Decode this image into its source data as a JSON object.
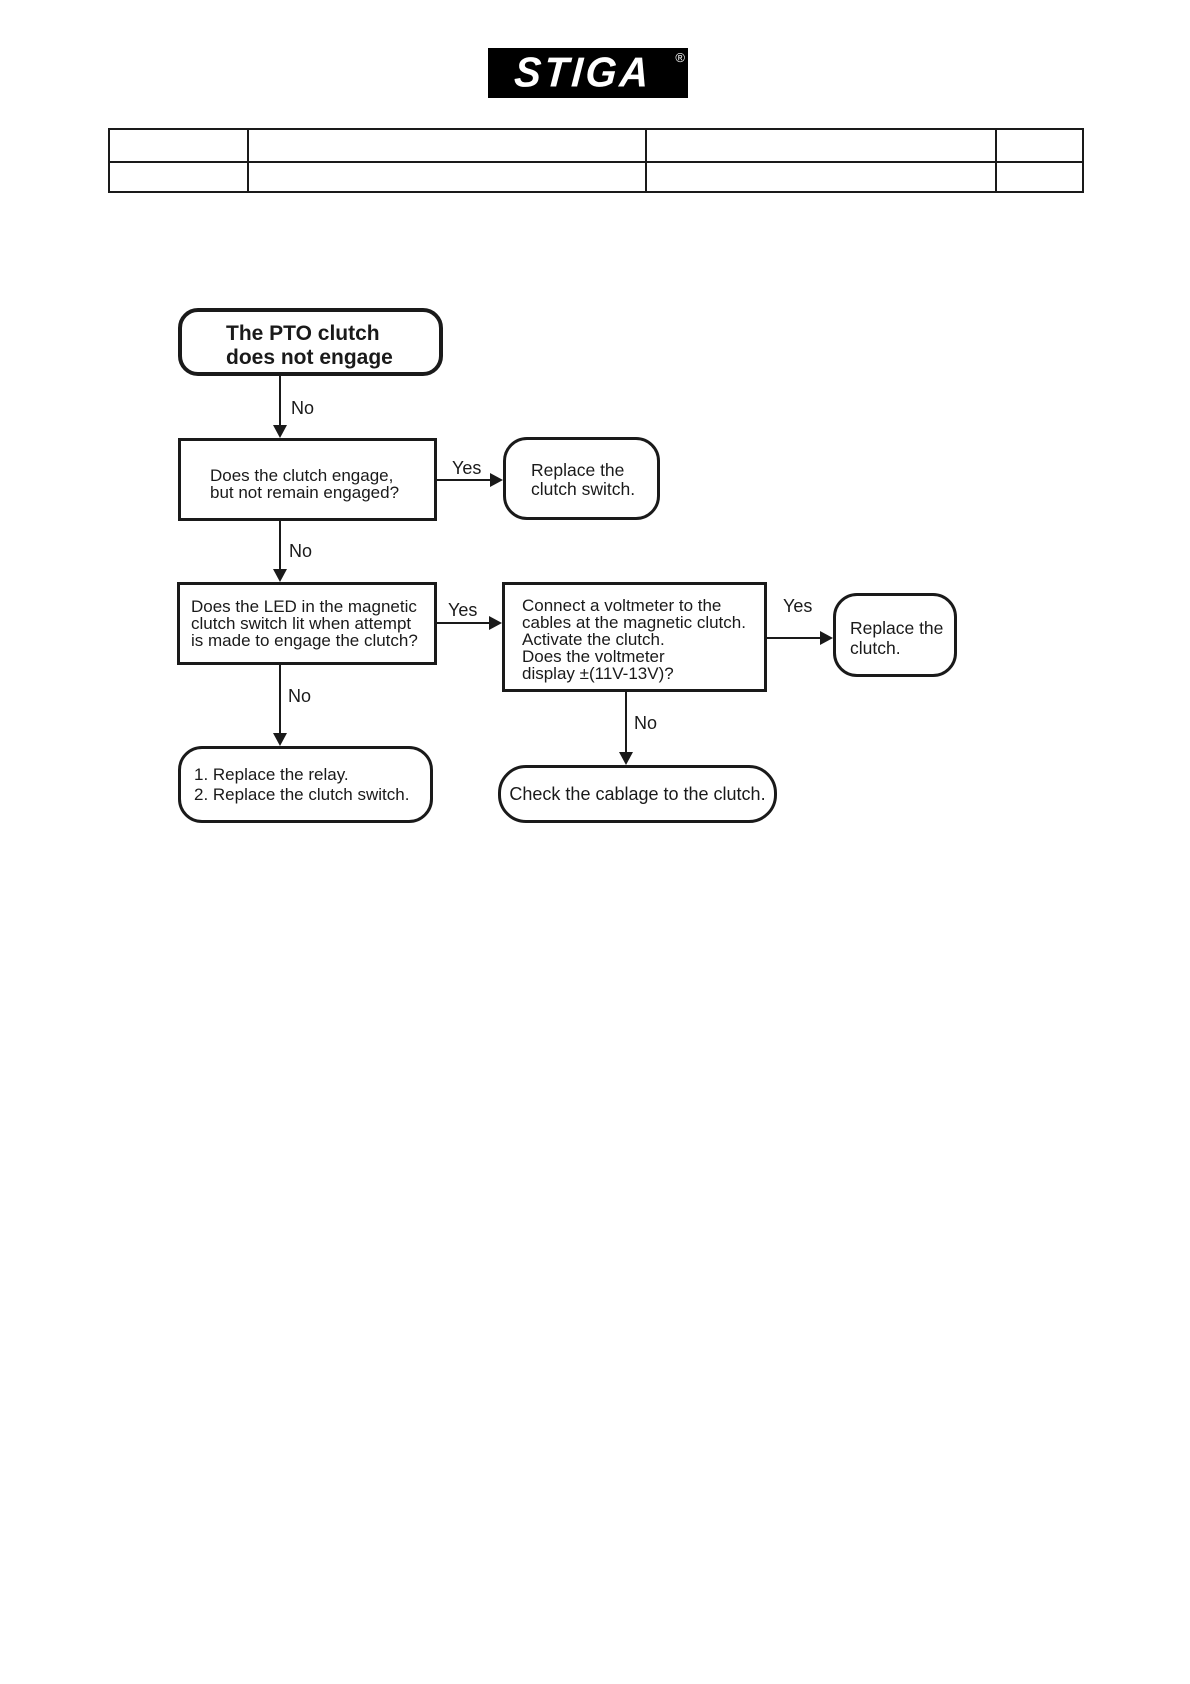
{
  "page": {
    "background": "#ffffff",
    "ink": "#1a1a1a"
  },
  "logo": {
    "brand": "STIGA",
    "registered_mark": "®",
    "bg_color": "#000000",
    "fg_color": "#ffffff"
  },
  "header_table": {
    "rows": [
      [
        "",
        "",
        "",
        ""
      ],
      [
        "",
        "",
        "",
        ""
      ]
    ]
  },
  "flowchart": {
    "nodes": {
      "start": {
        "lines": [
          "The PTO clutch",
          "does not engage"
        ]
      },
      "q_engage": {
        "lines": [
          "Does the clutch engage,",
          "but not remain engaged?"
        ]
      },
      "a_switch": {
        "lines": [
          "Replace the",
          "clutch switch."
        ]
      },
      "q_led": {
        "lines": [
          "Does the LED in the magnetic",
          "clutch switch lit when attempt",
          "is made to engage the clutch?"
        ]
      },
      "q_voltmeter": {
        "lines": [
          "Connect a voltmeter to the",
          "cables at the magnetic clutch.",
          "Activate the clutch.",
          "Does the voltmeter",
          "display ±(11V-13V)?"
        ]
      },
      "a_clutch": {
        "lines": [
          "Replace the",
          "clutch."
        ]
      },
      "a_relay": {
        "lines": [
          "1. Replace the relay.",
          "2. Replace the clutch switch."
        ]
      },
      "a_cablage": {
        "lines": [
          "Check the cablage to the clutch."
        ]
      }
    },
    "edge_labels": {
      "no1": "No",
      "yes1": "Yes",
      "no2": "No",
      "yes2": "Yes",
      "yes3": "Yes",
      "no3": "No",
      "no4": "No"
    }
  }
}
